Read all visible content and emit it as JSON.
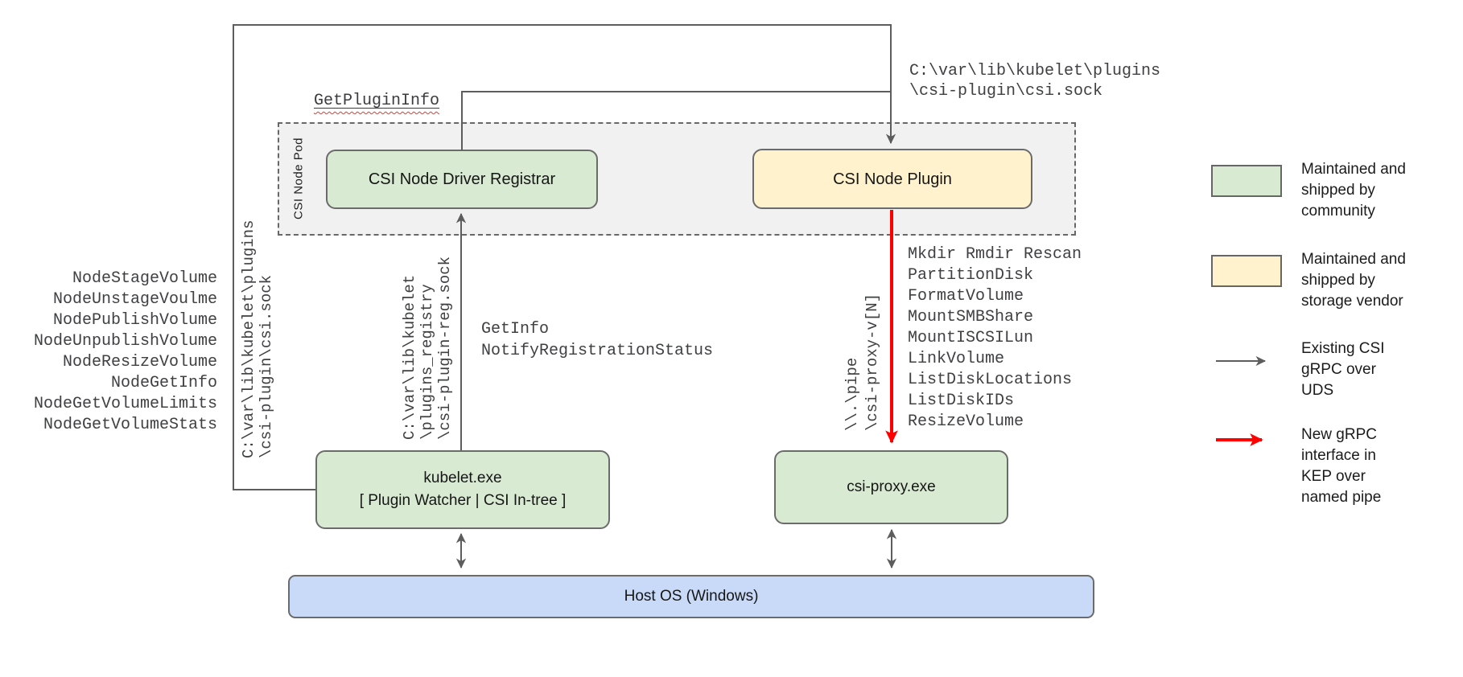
{
  "colors": {
    "community_green": "#d9ead3",
    "vendor_yellow": "#fff2cc",
    "host_blue": "#c9daf8",
    "pod_gray": "#f1f1f1",
    "line_gray": "#5d5d5d",
    "arrow_red": "#ff0000",
    "squiggle_red": "#e03b30"
  },
  "pod": {
    "label": "CSI Node Pod"
  },
  "nodes": {
    "registrar": {
      "label": "CSI Node Driver Registrar"
    },
    "plugin": {
      "label": "CSI Node Plugin"
    },
    "kubelet": {
      "lines": [
        "kubelet.exe",
        "[ Plugin Watcher | CSI In-tree ]"
      ]
    },
    "csi_proxy": {
      "label": "csi-proxy.exe"
    },
    "host_os": {
      "label": "Host OS (Windows)"
    }
  },
  "calls": {
    "get_plugin_info": "GetPluginInfo",
    "registration": [
      "GetInfo",
      "NotifyRegistrationStatus"
    ],
    "node_calls": [
      "NodeStageVolume",
      "NodeUnstageVoulme",
      "NodePublishVolume",
      "NodeUnpublishVolume",
      "NodeResizeVolume",
      "NodeGetInfo",
      "NodeGetVolumeLimits",
      "NodeGetVolumeStats"
    ],
    "proxy_calls": [
      "Mkdir Rmdir Rescan",
      "PartitionDisk",
      "FormatVolume",
      "MountSMBShare",
      "MountISCSILun",
      "LinkVolume",
      "ListDiskLocations",
      "ListDiskIDs",
      "ResizeVolume"
    ]
  },
  "paths": {
    "csi_sock_top": [
      "C:\\var\\lib\\kubelet\\plugins",
      "\\csi-plugin\\csi.sock"
    ],
    "csi_sock_left": [
      "C:\\var\\lib\\kubelet\\plugins",
      "\\csi-plugin\\csi.sock"
    ],
    "reg_sock": [
      "C:\\var\\lib\\kubelet",
      "\\plugins_registry",
      "\\csi-plugin-reg.sock"
    ],
    "pipe": [
      "\\\\.\\pipe",
      "\\csi-proxy-v[N]"
    ]
  },
  "legend": {
    "items": [
      {
        "swatch": "community_green",
        "lines": [
          "Maintained and",
          "shipped by",
          "community"
        ]
      },
      {
        "swatch": "vendor_yellow",
        "lines": [
          "Maintained and",
          "shipped by",
          "storage vendor"
        ]
      },
      {
        "marker": "gray-arrow",
        "lines": [
          "Existing CSI",
          "gRPC over",
          "UDS"
        ]
      },
      {
        "marker": "red-arrow",
        "lines": [
          "New gRPC",
          "interface in",
          "KEP over",
          "named pipe"
        ]
      }
    ]
  }
}
